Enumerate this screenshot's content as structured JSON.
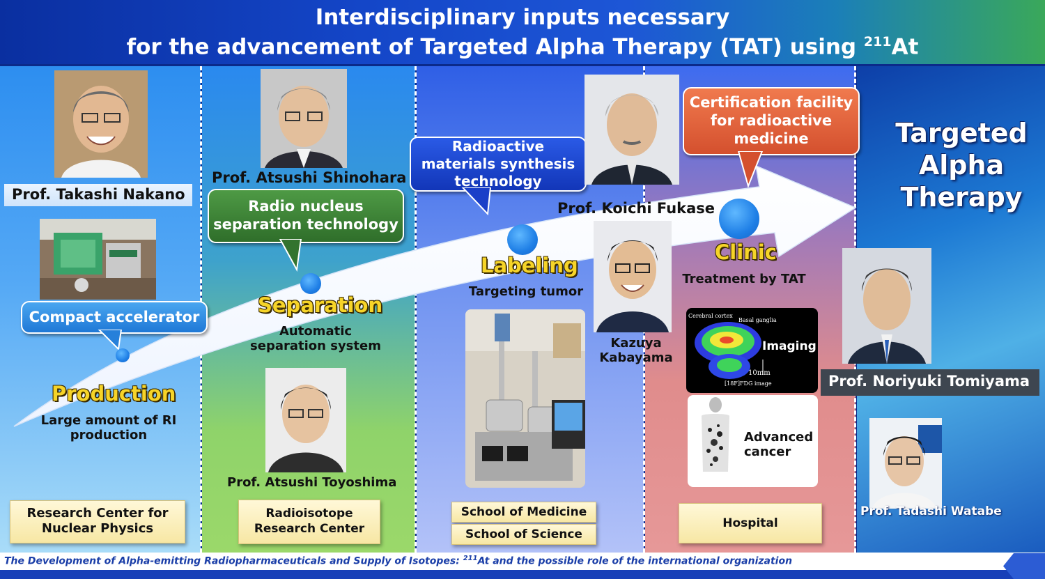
{
  "title": {
    "line1": "Interdisciplinary inputs necessary",
    "line2_prefix": "for the advancement of Targeted Alpha Therapy (TAT) using ",
    "line2_sup": "211",
    "line2_suffix": "At"
  },
  "stages": {
    "production": {
      "title": "Production",
      "desc_line1": "Large amount of RI",
      "desc_line2": "production"
    },
    "separation": {
      "title": "Separation",
      "desc_line1": "Automatic",
      "desc_line2": "separation system"
    },
    "labeling": {
      "title": "Labeling",
      "desc": "Targeting tumor"
    },
    "clinic": {
      "title": "Clinic",
      "desc": "Treatment by TAT"
    }
  },
  "bubbles": {
    "accelerator": "Compact  accelerator",
    "separation_tech_line1": "Radio nucleus",
    "separation_tech_line2": "separation technology",
    "synthesis_line1": "Radioactive",
    "synthesis_line2": "materials synthesis",
    "synthesis_line3": "technology",
    "cert_line1": "Certification facility",
    "cert_line2": "for radioactive",
    "cert_line3": "medicine"
  },
  "people": {
    "nakano": "Prof. Takashi Nakano",
    "shinohara": "Prof. Atsushi Shinohara",
    "toyoshima": "Prof. Atsushi Toyoshima",
    "fukase": "Prof. Koichi Fukase",
    "kabayama_line1": "Kazuya",
    "kabayama_line2": "Kabayama",
    "tomiyama": "Prof. Noriyuki Tomiyama",
    "watabe": "Prof. Tadashi Watabe"
  },
  "organizations": {
    "rcnp_line1": "Research Center for",
    "rcnp_line2": "Nuclear Physics",
    "radioisotope_line1": "Radioisotope",
    "radioisotope_line2": "Research Center",
    "medicine": "School of Medicine",
    "science": "School of Science",
    "hospital": "Hospital"
  },
  "images": {
    "imaging_label": "Imaging",
    "imaging_scale": "10mm",
    "imaging_caption": "[18F]FDG image",
    "imaging_cortex": "Cerebral cortex",
    "imaging_ganglia": "Basal ganglia",
    "cancer_line1": "Advanced",
    "cancer_line2": "cancer"
  },
  "targeted": {
    "line1": "Targeted",
    "line2": "Alpha",
    "line3": "Therapy"
  },
  "footer": {
    "prefix": "The Development of Alpha-emitting Radiopharmaceuticals and Supply of Isotopes: ",
    "sup": "211",
    "suffix": "At and the possible role of the international organization"
  },
  "colors": {
    "stage_title": "#f6d428",
    "bubble_blue": "#2f8fe0",
    "bubble_green": "#3f8a3a",
    "bubble_navy": "#1a3fc8",
    "bubble_orange": "#e0603a",
    "org_box": "#f7e7a4"
  }
}
